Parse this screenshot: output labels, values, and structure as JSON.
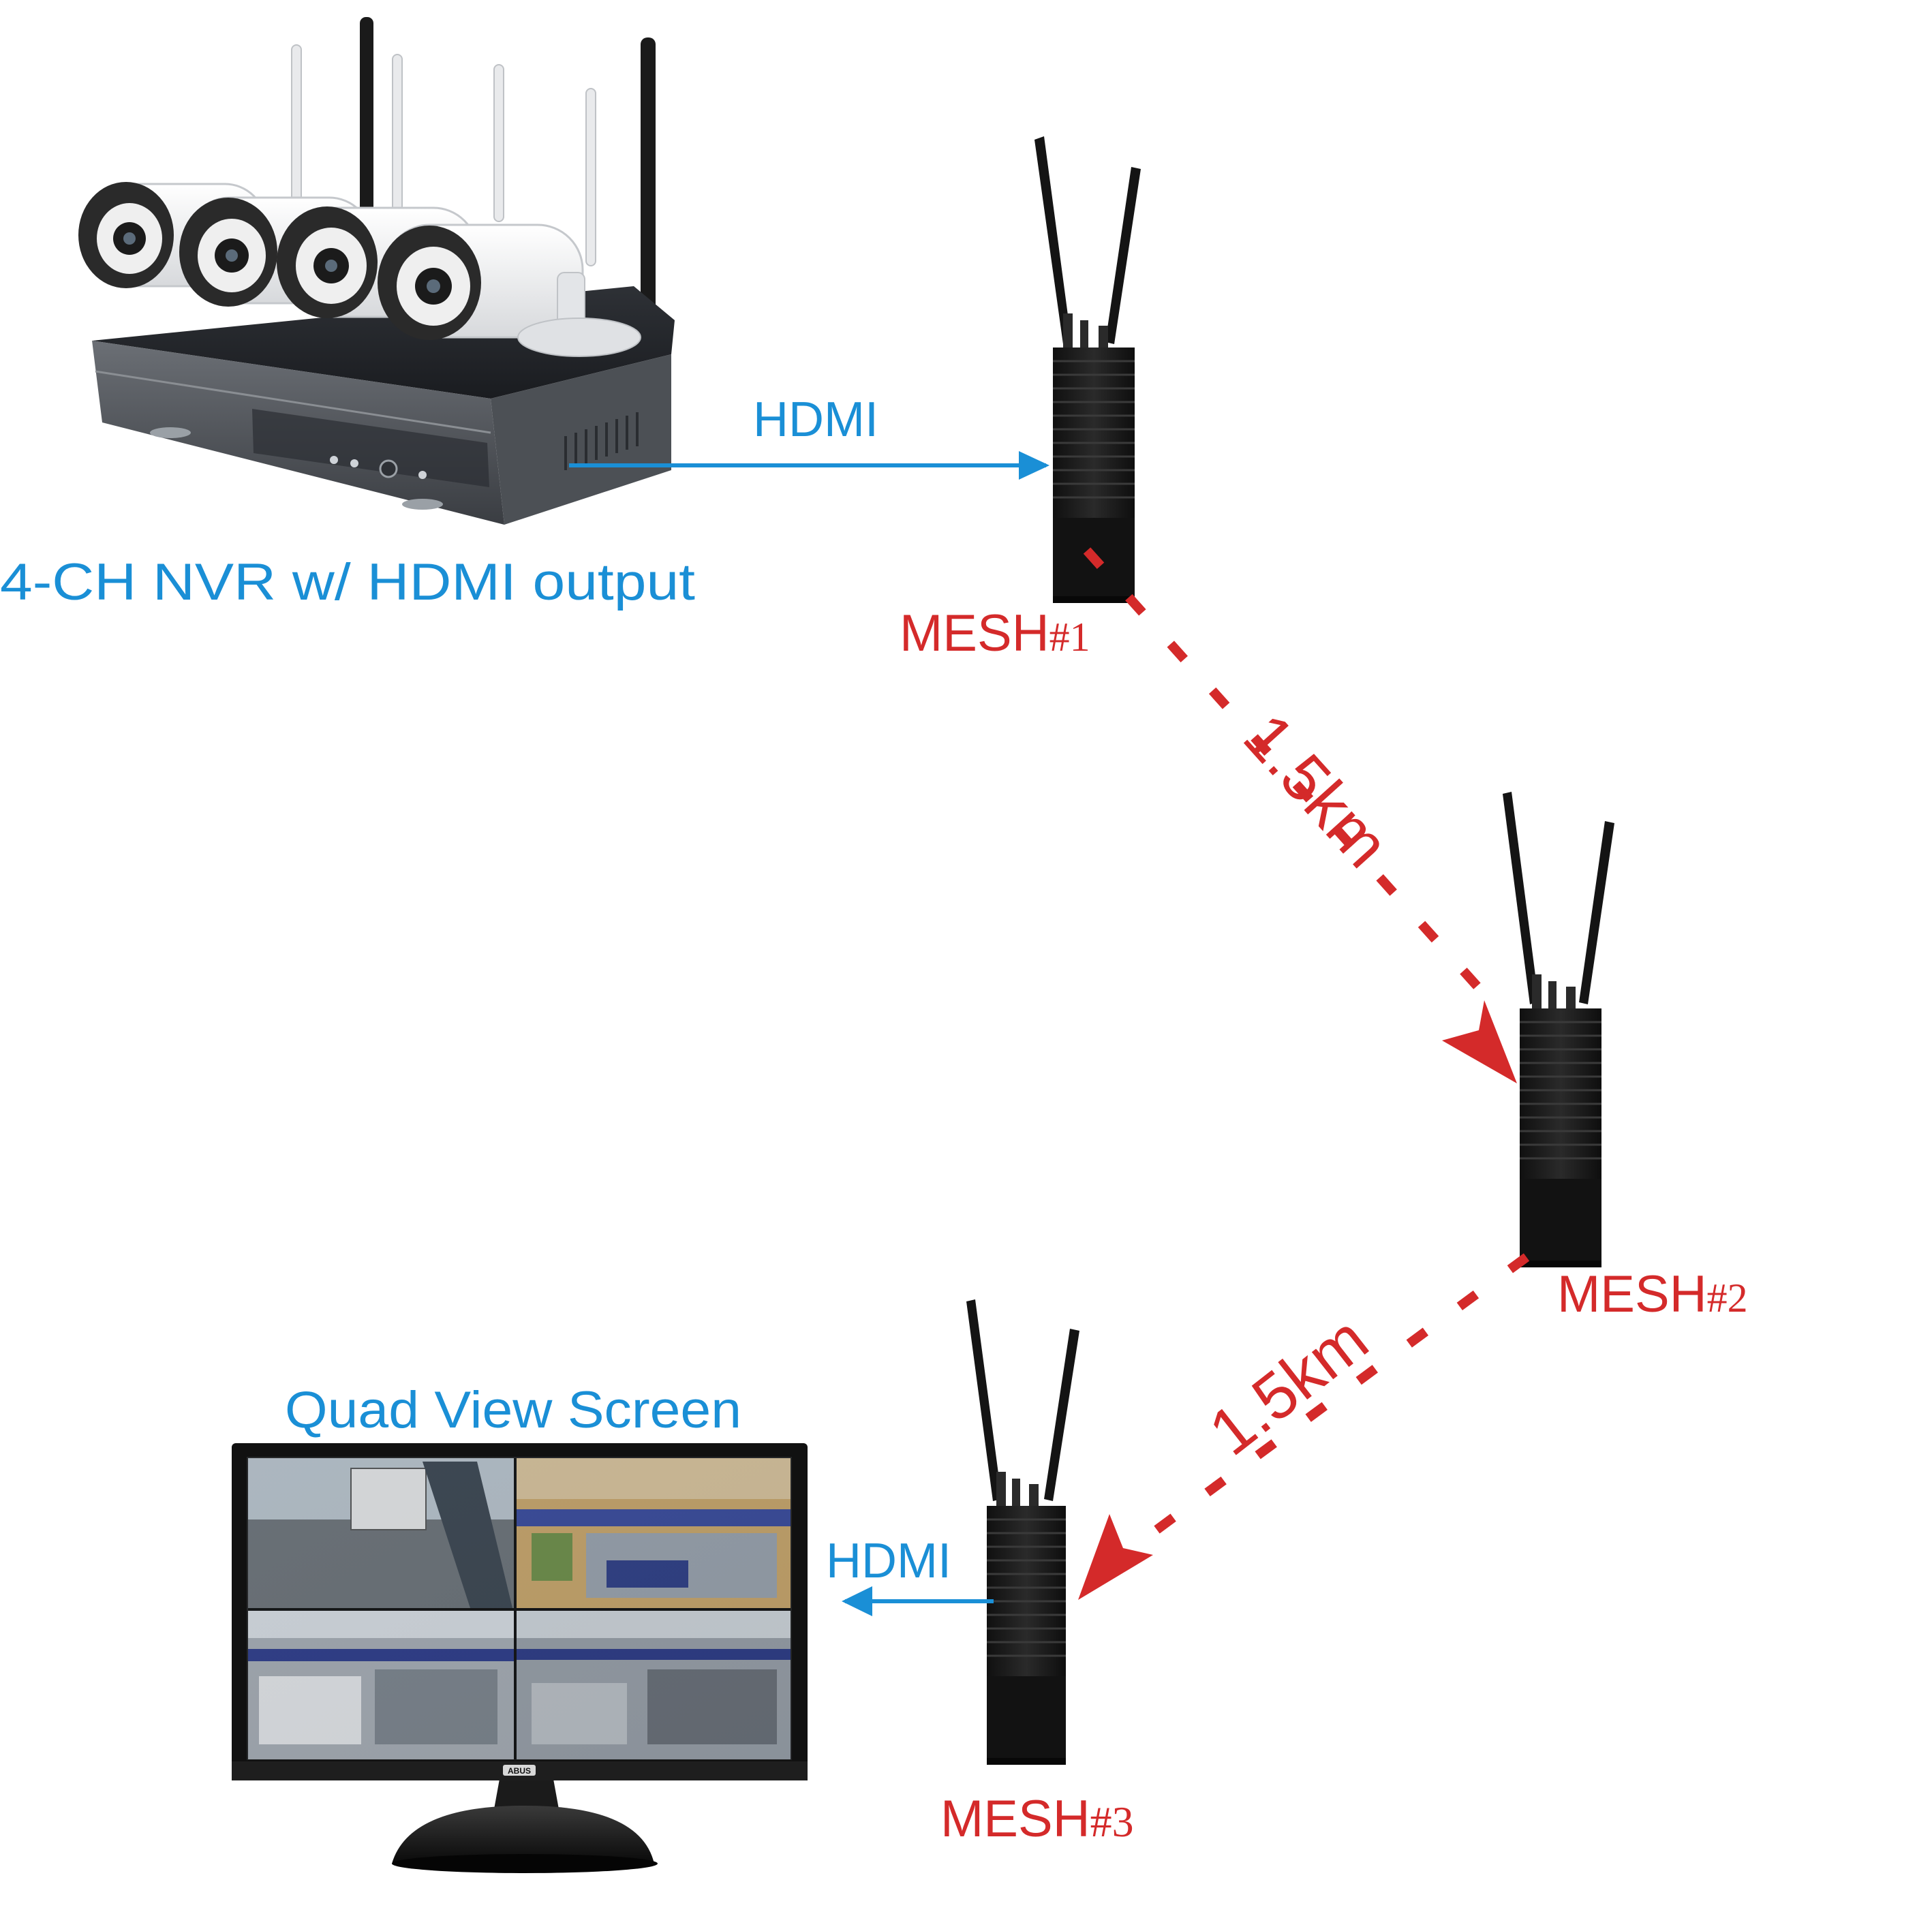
{
  "colors": {
    "blue": "#1a8fd6",
    "red": "#d42a2a",
    "device_black": "#161616"
  },
  "nvr": {
    "label": "4-CH NVR w/ HDMI output",
    "icon": "nvr-with-wifi-cameras"
  },
  "mesh_nodes": [
    {
      "label_prefix": "MESH",
      "label_number": "#1"
    },
    {
      "label_prefix": "MESH",
      "label_number": "#2"
    },
    {
      "label_prefix": "MESH",
      "label_number": "#3"
    }
  ],
  "links": {
    "hdmi_in": "HDMI",
    "hdmi_out": "HDMI",
    "wireless_1_2": "1.5km",
    "wireless_2_3": "1.5km"
  },
  "monitor": {
    "title": "Quad View Screen",
    "brand": "ABUS"
  }
}
